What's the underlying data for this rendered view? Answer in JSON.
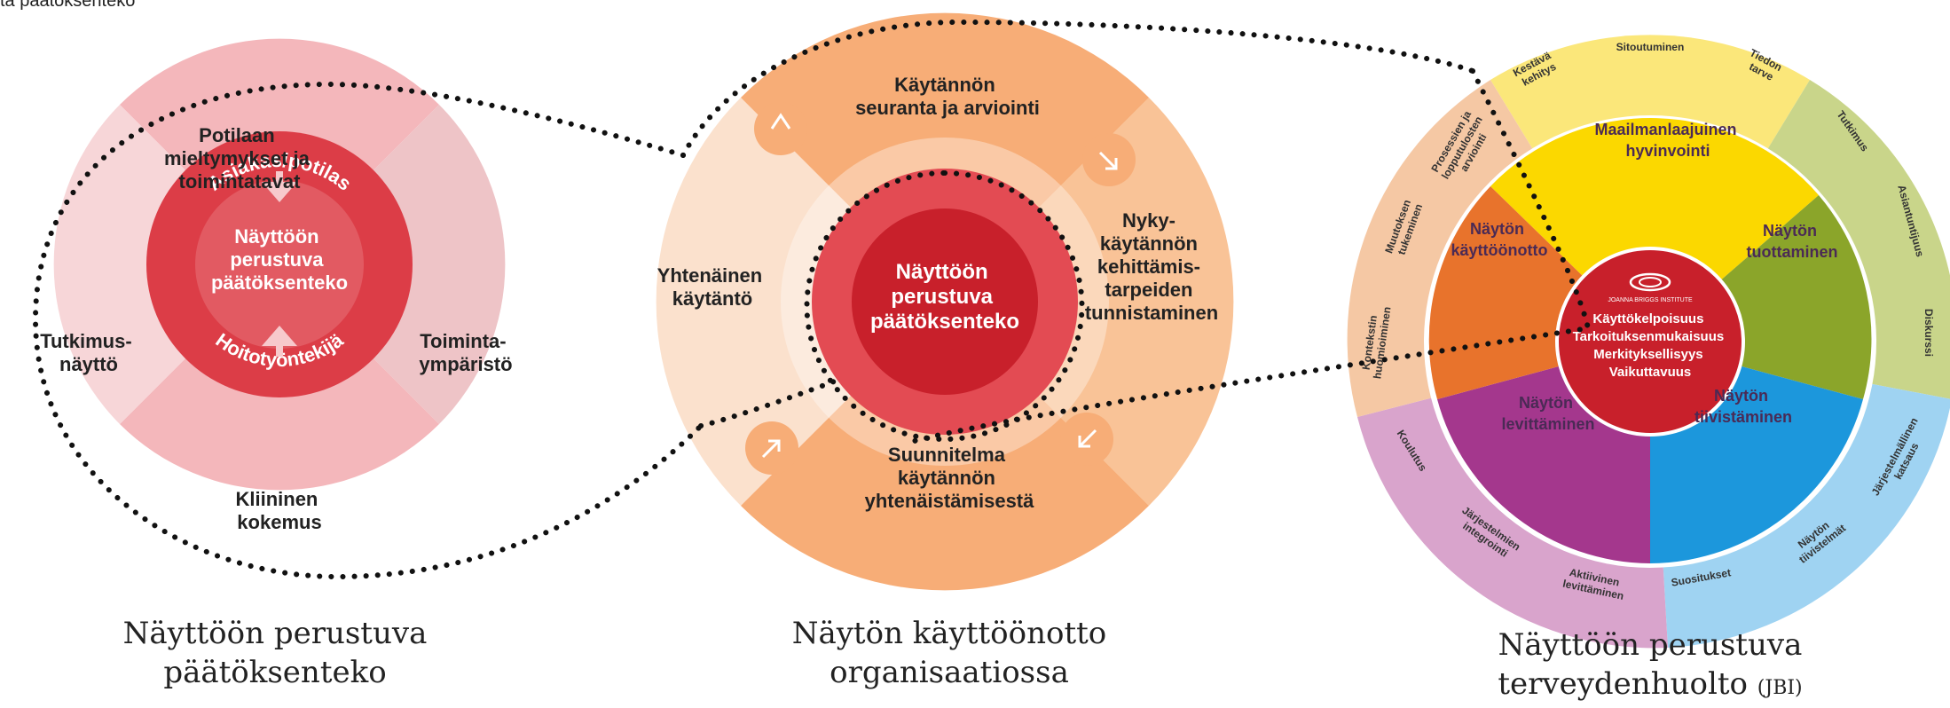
{
  "header_fragment": "ta päätöksenteko",
  "diagram1": {
    "center": [
      "Näyttöön",
      "perustuva",
      "päätöksenteko"
    ],
    "top_arc": "Asiakas/potilas",
    "bottom_arc": "Hoitotyöntekijä",
    "sector_top": [
      "Potilaan",
      "mieltymykset ja",
      "toimintatavat"
    ],
    "sector_left": [
      "Tutkimus-",
      "näyttö"
    ],
    "sector_right": [
      "Toiminta-",
      "ympäristö"
    ],
    "sector_bottom": [
      "Kliininen",
      "kokemus"
    ],
    "caption": [
      "Näyttöön perustuva",
      "päätöksenteko"
    ]
  },
  "diagram2": {
    "center": [
      "Näyttöön",
      "perustuva",
      "päätöksenteko"
    ],
    "top": [
      "Käytännön",
      "seuranta ja arviointi"
    ],
    "left": [
      "Yhtenäinen",
      "käytäntö"
    ],
    "right": [
      "Nyky-",
      "käytännön",
      "kehittämis-",
      "tarpeiden",
      "tunnistaminen"
    ],
    "bottom": [
      "Suunnitelma",
      "käytännön",
      "yhtenäistämisestä"
    ],
    "caption": [
      "Näytön käyttöönotto",
      "organisaatiossa"
    ]
  },
  "diagram3": {
    "center_org": "JOANNA BRIGGS INSTITUTE",
    "center_lines": [
      "Käyttökelpoisuus",
      "Tarkoituksenmukaisuus",
      "Merkityksellisyys",
      "Vaikuttavuus"
    ],
    "quad_top": [
      "Maailmanlaajuinen",
      "hyvinvointi"
    ],
    "quad_right": [
      "Näytön",
      "tuottaminen"
    ],
    "quad_bottom_right": [
      "Näytön",
      "tiivistäminen"
    ],
    "quad_bottom_left": [
      "Näytön",
      "levittäminen"
    ],
    "quad_left": [
      "Näytön",
      "käyttöönotto"
    ],
    "outer_yellow": [
      [
        "Kestävä",
        "kehitys"
      ],
      [
        "Sitoutuminen"
      ],
      [
        "Tiedon",
        "tarve"
      ]
    ],
    "outer_green": [
      [
        "Tutkimus"
      ],
      [
        "Asiantuntijuus"
      ],
      [
        "Diskurssi"
      ]
    ],
    "outer_blue": [
      [
        "Järjestelmällinen",
        "katsaus"
      ],
      [
        "Näytön",
        "tiivistelmät"
      ],
      [
        "Suositukset"
      ]
    ],
    "outer_purple": [
      [
        "Aktiivinen",
        "levittäminen"
      ],
      [
        "Järjestelmien",
        "integrointi"
      ],
      [
        "Koulutus"
      ]
    ],
    "outer_orange": [
      [
        "Kontekstin",
        "huomioiminen"
      ],
      [
        "Muutoksen",
        "tukeminen"
      ],
      [
        "Prosessien ja",
        "lopputulosten",
        "arviointi"
      ]
    ],
    "caption": [
      "Näyttöön perustuva",
      "terveydenhuolto",
      "(JBI)"
    ]
  },
  "colors": {
    "red_dark": "#c8202b",
    "red_mid": "#dd4b55",
    "pink": "#ef9aa1",
    "orange_light": "#f7b786",
    "orange_dark": "#e8732c",
    "yellow": "#fbd800",
    "green": "#8ba52a",
    "blue": "#1c97dc",
    "purple": "#a4378d"
  }
}
